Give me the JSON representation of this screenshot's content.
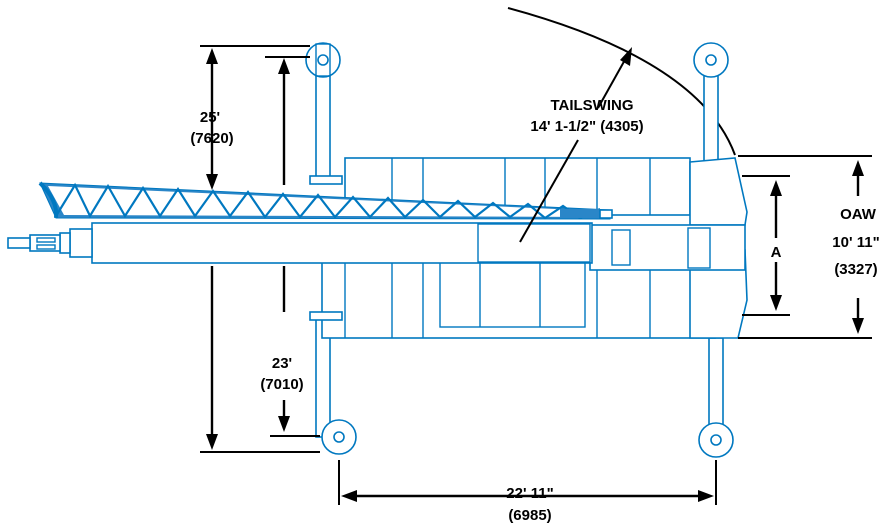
{
  "labels": {
    "outrigger_longitudinal_feet": "25'",
    "outrigger_longitudinal_mm": "(7620)",
    "outrigger_retracted_feet": "23'",
    "outrigger_retracted_mm": "(7010)",
    "tailswing_title": "TAILSWING",
    "tailswing_value": "14' 1-1/2\" (4305)",
    "oaw_title": "OAW",
    "oaw_feet": "10' 11\"",
    "oaw_mm": "(3327)",
    "dim_a": "A",
    "outrigger_spread_feet": "22' 11\"",
    "outrigger_spread_mm": "(6985)"
  },
  "colors": {
    "linework": "#0078c0",
    "boom_fill": "#2a86c8",
    "dimension": "#000000",
    "background": "#ffffff"
  }
}
